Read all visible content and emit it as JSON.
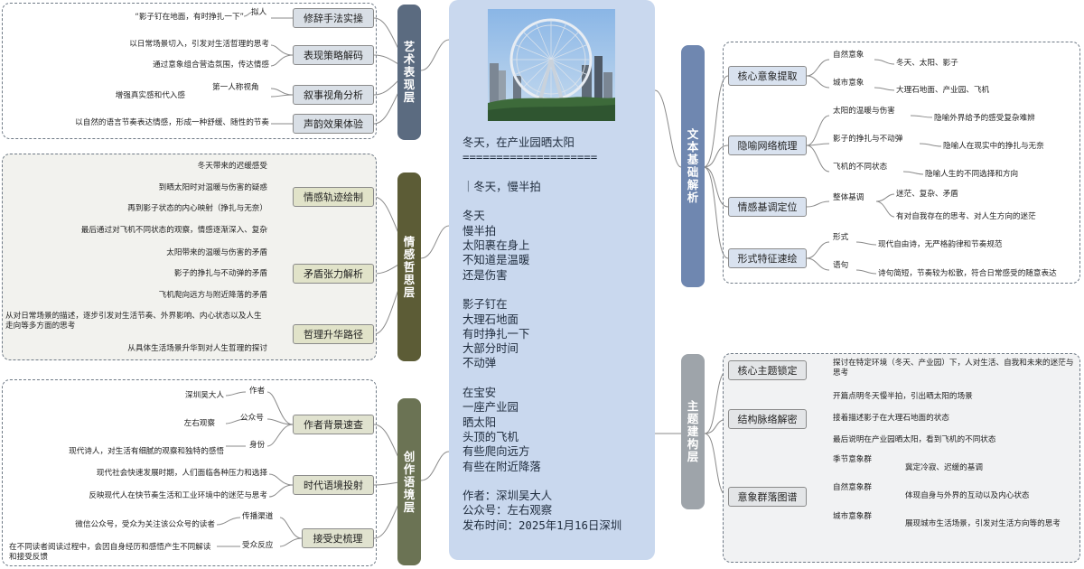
{
  "center": {
    "photo_alt": "Ferris wheel by city towers",
    "poem_lines": [
      "冬天，在产业园晒太阳",
      "====================",
      "",
      "｜冬天，慢半拍",
      "",
      "冬天",
      "慢半拍",
      "太阳裹在身上",
      "不知道是温暖",
      "还是伤害",
      "",
      "影子钉在",
      "大理石地面",
      "有时挣扎一下",
      "大部分时间",
      "不动弹",
      "",
      "在宝安",
      "一座产业园",
      "晒太阳",
      "头顶的飞机",
      "有些爬向远方",
      "有些在附近降落",
      "",
      "作者：深圳吴大人",
      "公众号：左右观察",
      "发布时间：2025年1月16日深圳"
    ]
  },
  "left": {
    "art": {
      "band": "艺术表现层",
      "color": "#5b6b80",
      "nodes": [
        {
          "label": "修辞手法实操",
          "branches": [
            "拟人"
          ],
          "leaves": [
            "“影子钉在地面，有时挣扎一下”"
          ]
        },
        {
          "label": "表现策略解码",
          "branches": [],
          "leaves": [
            "以日常场景切入，引发对生活哲理的思考",
            "通过意象组合营造氛围，传达情感"
          ]
        },
        {
          "label": "叙事视角分析",
          "branches": [
            "第一人称视角"
          ],
          "leaves": [
            "增强真实感和代入感"
          ]
        },
        {
          "label": "声韵效果体验",
          "branches": [],
          "leaves": [
            "以自然的语言节奏表达情感，形成一种舒缓、随性的节奏"
          ]
        }
      ]
    },
    "emotion": {
      "band": "情感哲思层",
      "color": "#5c5c36",
      "nodes": [
        {
          "label": "情感轨迹绘制",
          "leaves": [
            "冬天带来的迟缓感受",
            "到晒太阳时对温暖与伤害的疑惑",
            "再到影子状态的内心映射（挣扎与无奈）",
            "最后通过对飞机不同状态的观察，情感逐渐深入、复杂"
          ]
        },
        {
          "label": "矛盾张力解析",
          "leaves": [
            "太阳带来的温暖与伤害的矛盾",
            "影子的挣扎与不动弹的矛盾",
            "飞机爬向远方与附近降落的矛盾"
          ]
        },
        {
          "label": "哲理升华路径",
          "leaves": [
            "从对日常场景的描述，逐步引发对生活节奏、外界影响、内心状态以及人生走向等多方面的思考",
            "从具体生活场景升华到对人生哲理的探讨"
          ]
        }
      ]
    },
    "context": {
      "band": "创作语境层",
      "color": "#6b7354",
      "nodes": [
        {
          "label": "作者背景速查",
          "branches": [
            "作者",
            "公众号",
            "身份"
          ],
          "leaves": [
            "深圳吴大人",
            "左右观察",
            "现代诗人，对生活有细腻的观察和独特的感悟"
          ]
        },
        {
          "label": "时代语境投射",
          "branches": [],
          "leaves": [
            "现代社会快速发展时期，人们面临各种压力和选择",
            "反映现代人在快节奏生活和工业环境中的迷茫与思考"
          ]
        },
        {
          "label": "接受史梳理",
          "branches": [
            "传播渠道",
            "受众反应"
          ],
          "leaves": [
            "微信公众号，受众为关注该公众号的读者",
            "在不同读者阅读过程中，会因自身经历和感悟产生不同解读和接受反馈"
          ]
        }
      ]
    }
  },
  "right": {
    "text": {
      "band": "文本基础解析",
      "color": "#6f87b0",
      "nodes": [
        {
          "label": "核心意象提取",
          "branches": [
            "自然意象",
            "城市意象"
          ],
          "leaves": [
            "冬天、太阳、影子",
            "大理石地面、产业园、飞机"
          ]
        },
        {
          "label": "隐喻网络梳理",
          "branches": [
            "太阳的温暖与伤害",
            "影子的挣扎与不动弹",
            "飞机的不同状态"
          ],
          "leaves": [
            "隐喻外界给予的感受复杂难辨",
            "隐喻人在现实中的挣扎与无奈",
            "隐喻人生的不同选择和方向"
          ]
        },
        {
          "label": "情感基调定位",
          "branches": [
            "整体基调"
          ],
          "leaves": [
            "迷茫、复杂、矛盾",
            "有对自我存在的思考、对人生方向的迷茫"
          ]
        },
        {
          "label": "形式特征速绘",
          "branches": [
            "形式",
            "语句"
          ],
          "leaves": [
            "现代自由诗，无严格韵律和节奏规范",
            "诗句简短，节奏较为松散，符合日常感受的随意表达"
          ]
        }
      ]
    },
    "theme": {
      "band": "主题建构层",
      "color": "#9ea4aa",
      "nodes": [
        {
          "label": "核心主题锁定",
          "leaves": [
            "探讨在特定环境（冬天、产业园）下，人对生活、自我和未来的迷茫与思考"
          ]
        },
        {
          "label": "结构脉络解密",
          "leaves": [
            "开篇点明冬天慢半拍，引出晒太阳的场景",
            "接着描述影子在大理石地面的状态",
            "最后说明在产业园晒太阳，看到飞机的不同状态"
          ]
        },
        {
          "label": "意象群落图谱",
          "branches": [
            "季节意象群",
            "自然意象群",
            "城市意象群"
          ],
          "leaves": [
            "冀定冷寂、迟缓的基调",
            "体现自身与外界的互动以及内心状态",
            "展现城市生活场景，引发对生活方向等的思考"
          ]
        }
      ]
    }
  }
}
